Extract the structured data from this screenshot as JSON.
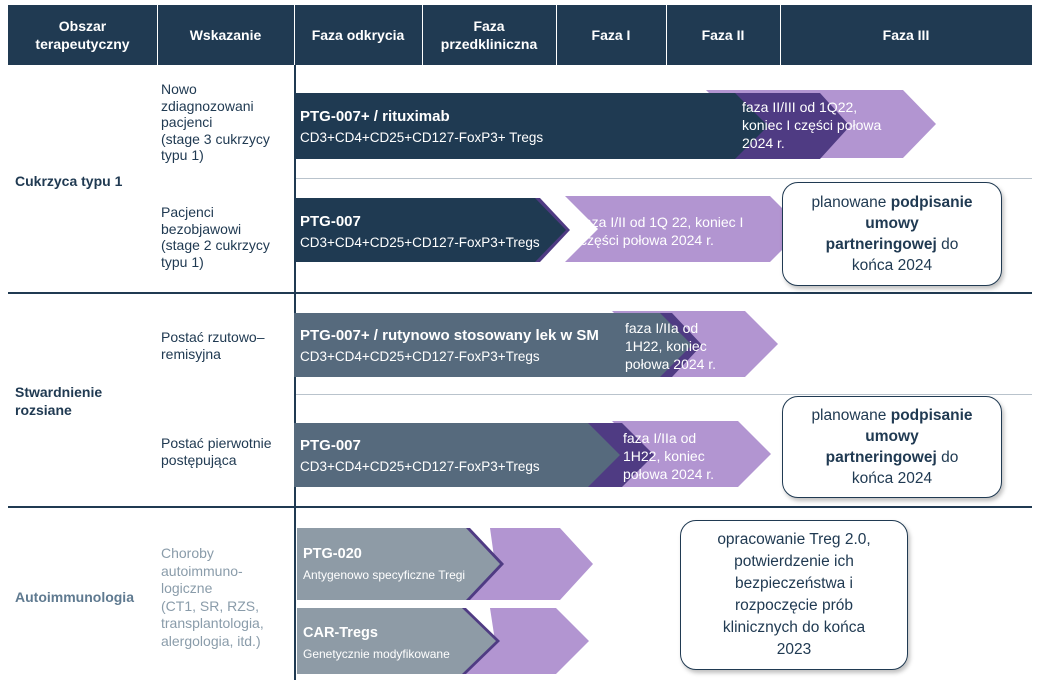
{
  "header": {
    "area": "Obszar\nterapeutyczny",
    "indication": "Wskazanie",
    "discovery": "Faza odkrycia",
    "preclinical": "Faza\nprzedkliniczna",
    "phase1": "Faza I",
    "phase2": "Faza II",
    "phase3": "Faza III"
  },
  "areas": [
    {
      "name": "Cukrzyca typu 1"
    },
    {
      "name": "Stwardnienie\nrozsiane"
    },
    {
      "name": "Autoimmunologia"
    }
  ],
  "indications": [
    {
      "text": "Nowo\nzdiagnozowani\npacjenci\n(stage 3 cukrzycy\ntypu 1)"
    },
    {
      "text": "Pacjenci\nbezobjawowi\n(stage 2 cukrzycy\ntypu 1)"
    },
    {
      "text": "Postać rzutowo–\nremisyjna"
    },
    {
      "text": "Postać pierwotnie\npostępująca"
    },
    {
      "text": "Choroby\nautoimmuno-\nlogiczne\n(CT1, SR, RZS,\ntransplantologia,\nalergologia, itd.)"
    }
  ],
  "programs": [
    {
      "name": "PTG-007+ / rituximab",
      "target": "CD3+CD4+CD25+CD127-FoxP3+ Tregs",
      "status": "faza II/III od 1Q22,\nkoniec I części połowa\n2024 r."
    },
    {
      "name": "PTG-007",
      "target": "CD3+CD4+CD25+CD127-FoxP3+Tregs",
      "status": "faza I/II od 1Q 22, koniec I\nczęści połowa 2024 r."
    },
    {
      "name": "PTG-007+ / rutynowo stosowany lek w SM",
      "target": "CD3+CD4+CD25+CD127-FoxP3+Tregs",
      "status": "faza I/IIa od\n1H22, koniec\npołowa 2024 r."
    },
    {
      "name": "PTG-007",
      "target": "CD3+CD4+CD25+CD127-FoxP3+Tregs",
      "status": "faza I/IIa od\n1H22, koniec\npołowa 2024 r."
    },
    {
      "name": "PTG-020",
      "target": "Antygenowo specyficzne Tregi"
    },
    {
      "name": "CAR-Tregs",
      "target": "Genetycznie modyfikowane"
    }
  ],
  "notes": {
    "partnering": {
      "pre": "planowane ",
      "bold1": "podpisanie",
      "bold2": "umowy",
      "bold3": "partneringowej",
      "post": " do\nkońca 2024"
    },
    "treg": "opracowanie Treg 2.0,\npotwierdzenie ich\nbezpieczeństwa i\nrozpoczęcie prób\nklinicznych do końca\n2023"
  },
  "colors": {
    "header": "#203a52",
    "bar_dark": "#1f3a52",
    "bar_mid": "#566a7d",
    "bar_light": "#8e9ba6",
    "phase_violet": "#4f3b83",
    "phase_purple": "#b295d1"
  }
}
